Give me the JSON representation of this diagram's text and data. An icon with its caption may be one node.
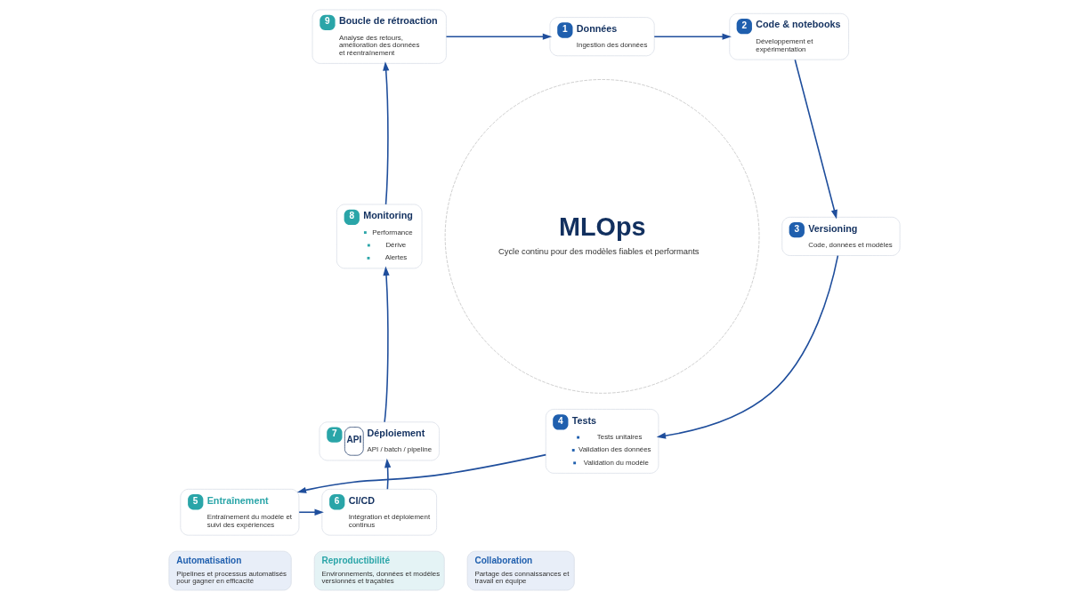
{
  "diagram": {
    "nodes": [
      {
        "text": [
          "1",
          "Données",
          "Ingestion des données"
        ]
      },
      {
        "text": [
          "2",
          "Code & notebooks",
          "Développement et expérimentation"
        ]
      },
      {
        "text": [
          "3",
          "Versioning",
          "Code, données et modèles"
        ]
      },
      {
        "text": [
          "4",
          "Tests",
          "Tests unitaires",
          "Validation des données",
          "Validation du modèle"
        ]
      },
      {
        "text": [
          "5",
          "Entraînement",
          "Entraînement du modèle et suivi des expériences"
        ]
      },
      {
        "text": [
          "6",
          "CI/CD",
          "Intégration et déploiement continus"
        ]
      },
      {
        "text": [
          "7",
          "API",
          "Déploiement",
          "API / batch / pipeline"
        ]
      },
      {
        "text": [
          "8",
          "Monitoring",
          "Performance",
          "Dérive",
          "Alertes"
        ]
      },
      {
        "text": [
          "9",
          "Boucle de rétroaction",
          "Analyse des retours, amélioration des données et réentraînement"
        ]
      },
      {
        "text": [
          "MLOps",
          "Cycle continu pour des modèles fiables et performants"
        ]
      },
      {
        "text": [
          "Automatisation",
          "Pipelines et processus automatisés pour gagner en efficacité"
        ]
      },
      {
        "text": [
          "Reproductibilité",
          "Environnements, données et modèles versionnés et traçables"
        ]
      },
      {
        "text": [
          "Collaboration",
          "Partage des connaissances et travail en équipe"
        ]
      }
    ],
    "edges": [
      {
        "from": 0,
        "to": 1,
        "arrow": "to"
      },
      {
        "from": 1,
        "to": 2,
        "arrow": "to"
      },
      {
        "from": 2,
        "to": 3,
        "arrow": "to"
      },
      {
        "from": 3,
        "to": 4,
        "arrow": "to"
      },
      {
        "from": 4,
        "to": 5,
        "arrow": "to"
      },
      {
        "from": 5,
        "to": 6,
        "arrow": "to"
      },
      {
        "from": 6,
        "to": 7,
        "arrow": "to"
      },
      {
        "from": 7,
        "to": 8,
        "arrow": "to"
      },
      {
        "from": 8,
        "to": 0,
        "arrow": "to"
      }
    ]
  }
}
